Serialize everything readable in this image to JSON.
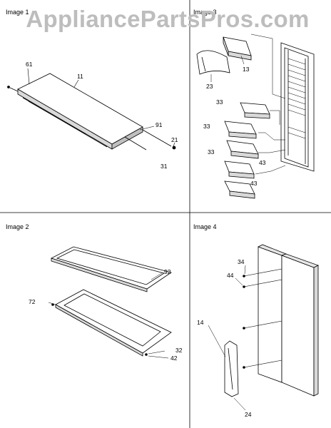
{
  "watermark": "AppliancePartsPros.com",
  "panels": [
    {
      "title": "Image 1",
      "callouts": [
        "61",
        "11",
        "91",
        "21",
        "31"
      ]
    },
    {
      "title": "Image 3",
      "callouts": [
        "13",
        "23",
        "33",
        "33",
        "33",
        "43",
        "43"
      ]
    },
    {
      "title": "Image 2",
      "callouts": [
        "92",
        "72",
        "32",
        "42"
      ]
    },
    {
      "title": "Image 4",
      "callouts": [
        "34",
        "44",
        "14",
        "24"
      ]
    }
  ],
  "colors": {
    "line": "#000000",
    "fill": "#ffffff",
    "shade": "#d9d9d9",
    "watermark": "#bdbdbd"
  }
}
